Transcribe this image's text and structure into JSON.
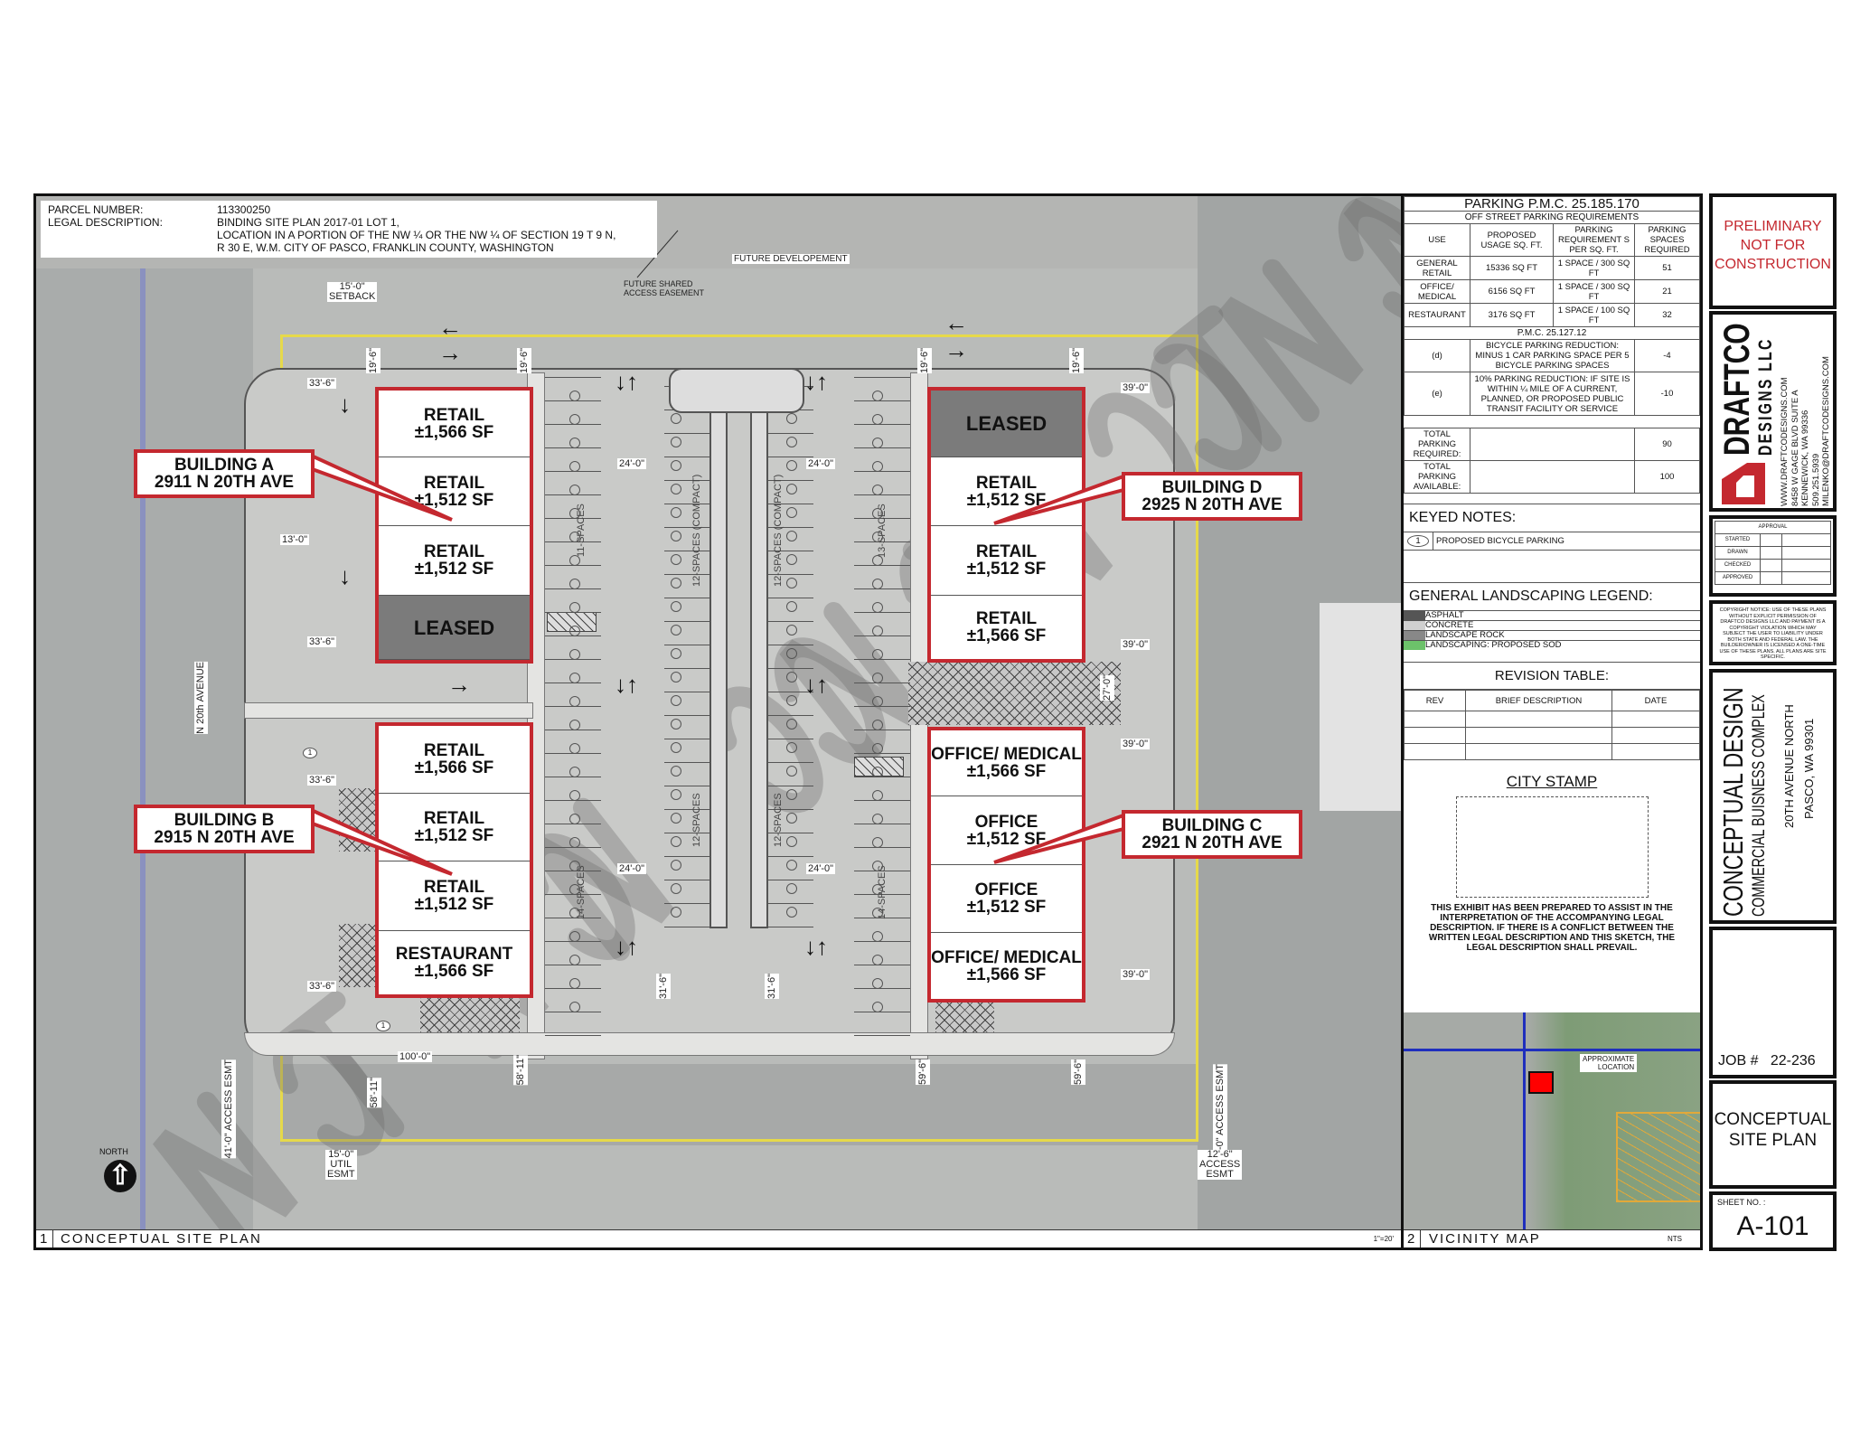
{
  "parcel": {
    "parcel_label": "PARCEL NUMBER:",
    "parcel_number": "113300250",
    "legal_label": "LEGAL DESCRIPTION:",
    "legal_lines": [
      "BINDING SITE PLAN 2017-01 LOT 1,",
      "LOCATION IN A PORTION OF THE NW ¼ OR THE NW ¼ OF SECTION 19 T 9 N,",
      "R 30 E, W.M. CITY OF PASCO, FRANKLIN COUNTY, WASHINGTON"
    ]
  },
  "plan": {
    "watermark": "NOT FOR CONSTRUCTION",
    "future_development": "FUTURE DEVELOPEMENT",
    "future_easement": [
      "FUTURE SHARED",
      "ACCESS EASEMENT"
    ],
    "street_label": [
      "N 20th",
      "AVENUE"
    ],
    "north_label": "NORTH",
    "title_number": "1",
    "title": "CONCEPTUAL SITE PLAN",
    "scale": "1\"=20'",
    "dims": {
      "setback": [
        "15'-0\"",
        "SETBACK"
      ],
      "d19_6": "19'-6\"",
      "d33_6": "33'-6\"",
      "d13_0": "13'-0\"",
      "d24_0": "24'-0\"",
      "d39_0": "39'-0\"",
      "d27_0": "27'-0\"",
      "d31_6": "31'-6\"",
      "d100_0": "100'-0\"",
      "d58_11": "58'-11\"",
      "d59_6": "59'-6\"",
      "access41": "41'-0\" ACCESS ESMT",
      "access30": "30'-0\" ACCESS ESMT",
      "util": [
        "15'-0\"",
        "UTIL",
        "ESMT"
      ],
      "access12": [
        "12'-6\"",
        "ACCESS",
        "ESMT"
      ]
    },
    "stall_labels": {
      "a": "11-SPACES",
      "b": "12-SPACES (COMPACT)",
      "c": "12-SPACES (COMPACT)",
      "d": "13-SPACES",
      "e": "14-SPACES",
      "f": "12-SPACES",
      "g": "12-SPACES",
      "h": "14-SPACES"
    },
    "keynote": "1",
    "buildings": {
      "a": {
        "callout": [
          "BUILDING A",
          "2911 N 20TH AVE"
        ],
        "units": [
          [
            "RETAIL",
            "±1,566 SF"
          ],
          [
            "RETAIL",
            "±1,512 SF"
          ],
          [
            "RETAIL",
            "±1,512 SF"
          ],
          [
            "LEASED",
            ""
          ]
        ]
      },
      "b": {
        "callout": [
          "BUILDING B",
          "2915 N 20TH AVE"
        ],
        "units": [
          [
            "RETAIL",
            "±1,566 SF"
          ],
          [
            "RETAIL",
            "±1,512 SF"
          ],
          [
            "RETAIL",
            "±1,512 SF"
          ],
          [
            "RESTAURANT",
            "±1,566 SF"
          ]
        ]
      },
      "d": {
        "callout": [
          "BUILDING D",
          "2925 N 20TH AVE"
        ],
        "units": [
          [
            "LEASED",
            ""
          ],
          [
            "RETAIL",
            "±1,512 SF"
          ],
          [
            "RETAIL",
            "±1,512 SF"
          ],
          [
            "RETAIL",
            "±1,566 SF"
          ]
        ]
      },
      "c": {
        "callout": [
          "BUILDING C",
          "2921 N 20TH AVE"
        ],
        "units": [
          [
            "OFFICE/ MEDICAL",
            "±1,566 SF"
          ],
          [
            "OFFICE",
            "±1,512 SF"
          ],
          [
            "OFFICE",
            "±1,512 SF"
          ],
          [
            "OFFICE/ MEDICAL",
            "±1,566 SF"
          ]
        ]
      }
    }
  },
  "parking": {
    "title": "PARKING  P.M.C.  25.185.170",
    "subtitle": "OFF STREET PARKING REQUIREMENTS",
    "headers": [
      "USE",
      "PROPOSED USAGE SQ. FT.",
      "PARKING REQUIREMENT S PER SQ. FT.",
      "PARKING SPACES REQUIRED"
    ],
    "rows": [
      [
        "GENERAL RETAIL",
        "15336 SQ FT",
        "1 SPACE / 300 SQ FT",
        "51"
      ],
      [
        "OFFICE/ MEDICAL",
        "6156 SQ FT",
        "1 SPACE / 300 SQ FT",
        "21"
      ],
      [
        "RESTAURANT",
        "3176 SQ FT",
        "1 SPACE / 100 SQ FT",
        "32"
      ]
    ],
    "pmc2": "P.M.C. 25.127.12",
    "reductions": [
      [
        "(d)",
        "BICYCLE PARKING REDUCTION: MINUS 1 CAR PARKING SPACE PER 5 BICYCLE PARKING SPACES",
        "-4"
      ],
      [
        "(e)",
        "10% PARKING REDUCTION: IF SITE IS WITHIN ¼ MILE OF A CURRENT, PLANNED, OR PROPOSED PUBLIC TRANSIT FACILITY OR SERVICE",
        "-10"
      ]
    ],
    "totals": [
      [
        "TOTAL PARKING REQUIRED:",
        "90"
      ],
      [
        "TOTAL PARKING AVAILABLE:",
        "100"
      ]
    ]
  },
  "keyed_notes": {
    "title": "KEYED NOTES:",
    "items": [
      {
        "num": "1",
        "text": "PROPOSED BICYCLE PARKING"
      }
    ]
  },
  "legend": {
    "title": "GENERAL LANDSCAPING LEGEND:",
    "items": [
      {
        "label": "ASPHALT",
        "color": "#555555"
      },
      {
        "label": "CONCRETE",
        "color": "#d0d0d0"
      },
      {
        "label": "LANDSCAPE  ROCK",
        "color": "#888888"
      },
      {
        "label": "LANDSCAPING:  PROPOSED  SOD",
        "color": "#6cc26a"
      }
    ]
  },
  "revision": {
    "title": "REVISION TABLE:",
    "headers": [
      "REV",
      "BRIEF  DESCRIPTION",
      "DATE"
    ]
  },
  "stamp": {
    "title": "CITY STAMP",
    "note": "THIS EXHIBIT HAS BEEN PREPARED TO ASSIST IN THE INTERPRETATION OF THE ACCOMPANYING LEGAL DESCRIPTION. IF THERE IS A CONFLICT BETWEEN THE WRITTEN LEGAL DESCRIPTION AND THIS SKETCH, THE LEGAL DESCRIPTION SHALL PREVAIL."
  },
  "vicinity": {
    "location_label": [
      "APPROXIMATE",
      "LOCATION"
    ],
    "title_number": "2",
    "title": "VICINITY  MAP",
    "scale": "NTS"
  },
  "title_block": {
    "preliminary": [
      "PRELIMINARY",
      "NOT FOR",
      "CONSTRUCTION"
    ],
    "company": "DRAFTCO",
    "company_sub": "DESIGNS LLC",
    "company_info": [
      "WWW.DRAFTCODESIGNS.COM",
      "8458 W GAGE BLVD SUITE A",
      "KENNEWICK, WA 99336",
      "509.251.5939",
      "MILENKO@DRAFTCODESIGNS.COM"
    ],
    "approval_title": "APPROVAL",
    "approval_rows": [
      "STARTED",
      "DRAWN",
      "CHECKED",
      "APPROVED"
    ],
    "copyright": "COPYRIGHT NOTICE: USE OF THESE PLANS WITHOUT EXPLICIT PERMISSION OF DRAFTCO DESIGNS LLC AND PAYMENT IS A COPYRIGHT VIOLATION WHICH MAY SUBJECT THE USER TO LIABILITY UNDER BOTH STATE AND FEDERAL LAW. THE BUILDER/OWNER IS LICENSED A ONE-TIME USE OF THESE PLANS. ALL PLANS ARE SITE SPECIFIC.",
    "project": [
      "CONCEPTUAL DESIGN",
      "COMMERCIAL BUISNESS COMPLEX",
      "20TH AVENUE NORTH",
      "PASCO, WA 99301"
    ],
    "job_label": "JOB #",
    "job_number": "22-236",
    "sheet_title": [
      "CONCEPTUAL",
      "SITE PLAN"
    ],
    "sheet_label": "SHEET NO. :",
    "sheet_number": "A-101",
    "accent": "#c4282f"
  }
}
